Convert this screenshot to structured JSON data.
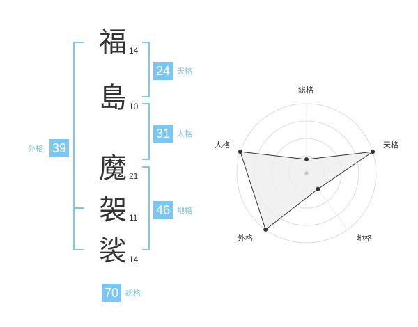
{
  "name_chars": [
    {
      "char": "福",
      "strokes": "14"
    },
    {
      "char": "島",
      "strokes": "10"
    },
    {
      "char": "魔",
      "strokes": "21"
    },
    {
      "char": "袈",
      "strokes": "11"
    },
    {
      "char": "裟",
      "strokes": "14"
    }
  ],
  "fortune": {
    "tenkaku": {
      "value": "24",
      "label": "天格"
    },
    "jinkaku": {
      "value": "31",
      "label": "人格"
    },
    "chikaku": {
      "value": "46",
      "label": "地格"
    },
    "gaikaku": {
      "value": "39",
      "label": "外格"
    },
    "soukaku": {
      "value": "70",
      "label": "総格"
    }
  },
  "colors": {
    "accent": "#7cc6f2",
    "text": "#333333",
    "grid": "#dddddd",
    "fill": "#eeeeee"
  },
  "chart_data": {
    "type": "radar",
    "axes": [
      "総格",
      "天格",
      "地格",
      "外格",
      "人格"
    ],
    "values": [
      0.2,
      1.0,
      0.28,
      1.0,
      1.0
    ],
    "rings": 4
  }
}
